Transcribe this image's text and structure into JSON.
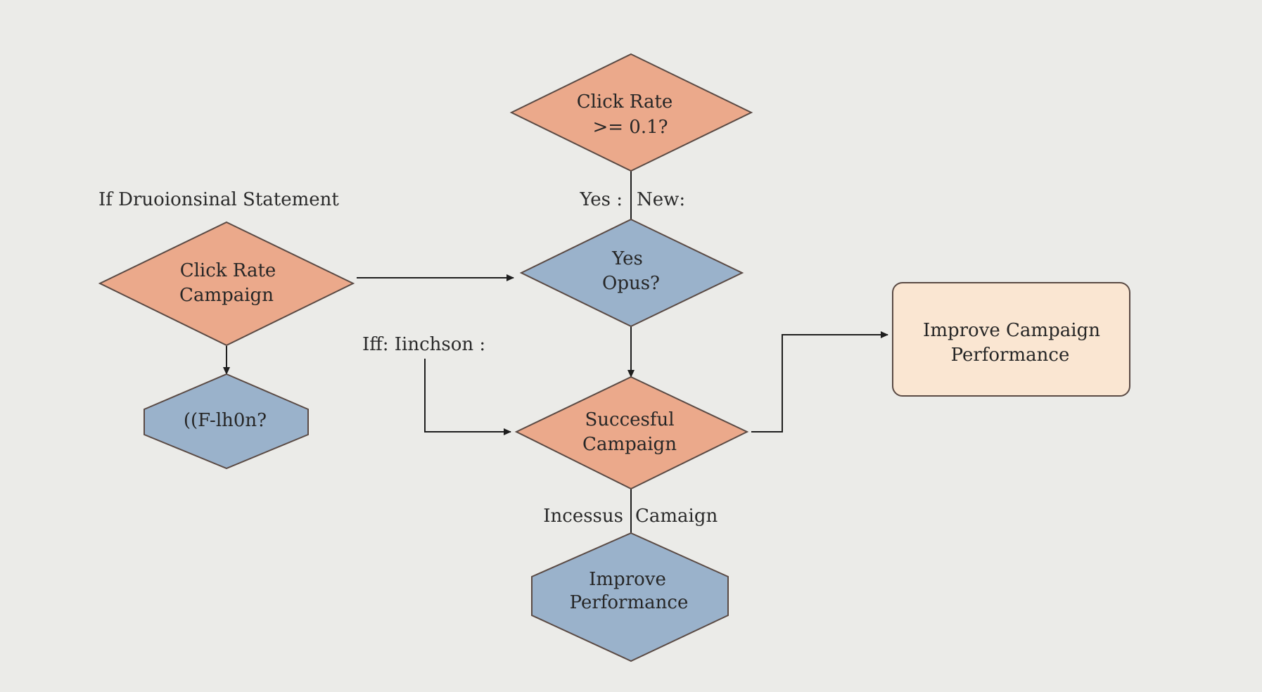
{
  "colors": {
    "background": "#ebebe8",
    "orange": "#eba98b",
    "blue": "#9ab2cb",
    "cream": "#fae6d2",
    "stroke": "#5a4a44"
  },
  "title": "If Druoionsinal Statement",
  "nodes": {
    "top_decision": {
      "line1": "Click Rate",
      "line2": ">= 0.1?"
    },
    "left_decision": {
      "line1": "Click Rate",
      "line2": "Campaign"
    },
    "left_hexagon": {
      "line1": "((F-lh0n?"
    },
    "middle_decision": {
      "line1": "Yes",
      "line2": "Opus?"
    },
    "success_decision": {
      "line1": "Succesful",
      "line2": "Campaign"
    },
    "bottom_hexagon": {
      "line1": "Improve",
      "line2": "Performance"
    },
    "improve_box": {
      "line1": "Improve  Campaign",
      "line2": "Performance"
    }
  },
  "edge_labels": {
    "yes": "Yes :",
    "new": "New:",
    "iff": "Iff: Iinchson :",
    "incessus": "Incessus",
    "camaign": "Camaign"
  }
}
